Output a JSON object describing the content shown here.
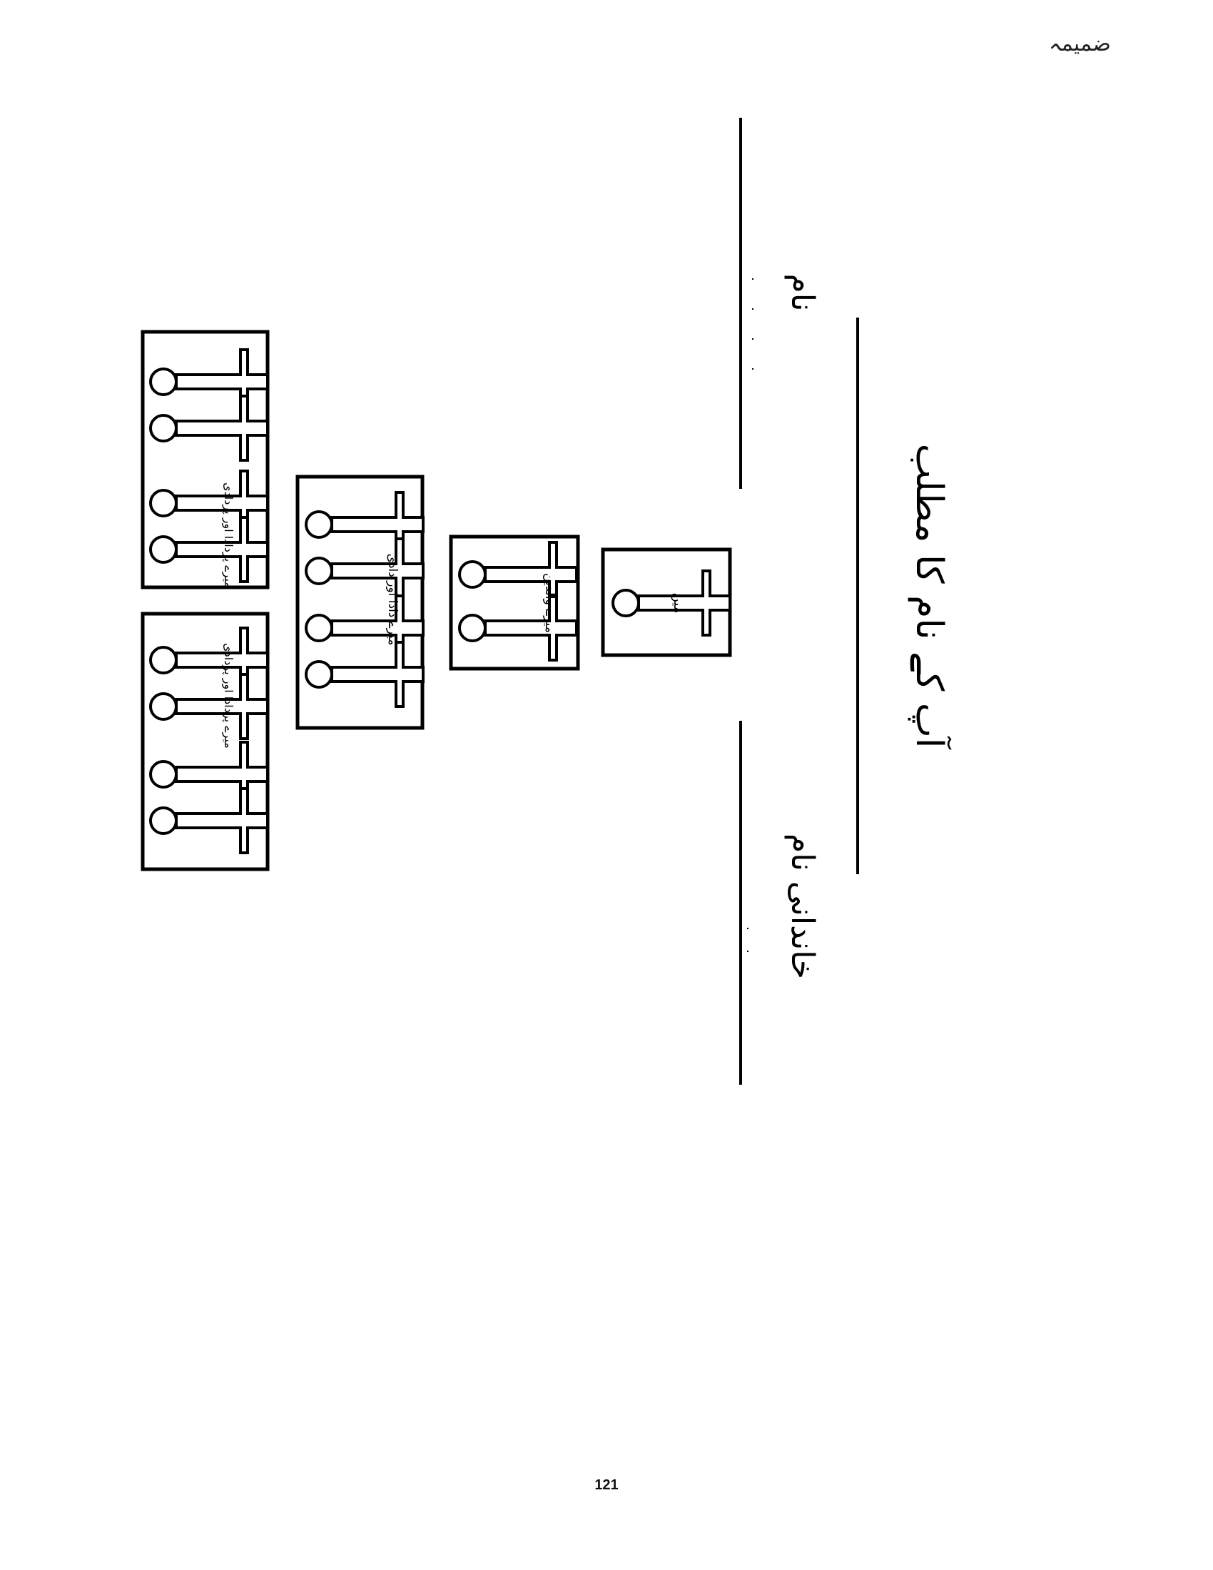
{
  "header": {
    "label": "ضمیمہ"
  },
  "fields": {
    "name_label": "نام",
    "family_name_label": "خاندانی نام",
    "name_meaning_label": "آپ کے نام کا مطلب"
  },
  "tree": {
    "boxes": [
      {
        "label": "میں",
        "people": 1
      },
      {
        "label": "میرے والدین",
        "people": 2
      },
      {
        "label": "میرے دادا اور دادی",
        "people": 4
      },
      {
        "label": "میرے پردادا اور پردادی",
        "people": 4
      },
      {
        "label": "میرے پردادا اور پردادی",
        "people": 4
      }
    ]
  },
  "footer": {
    "page_number": "121"
  }
}
